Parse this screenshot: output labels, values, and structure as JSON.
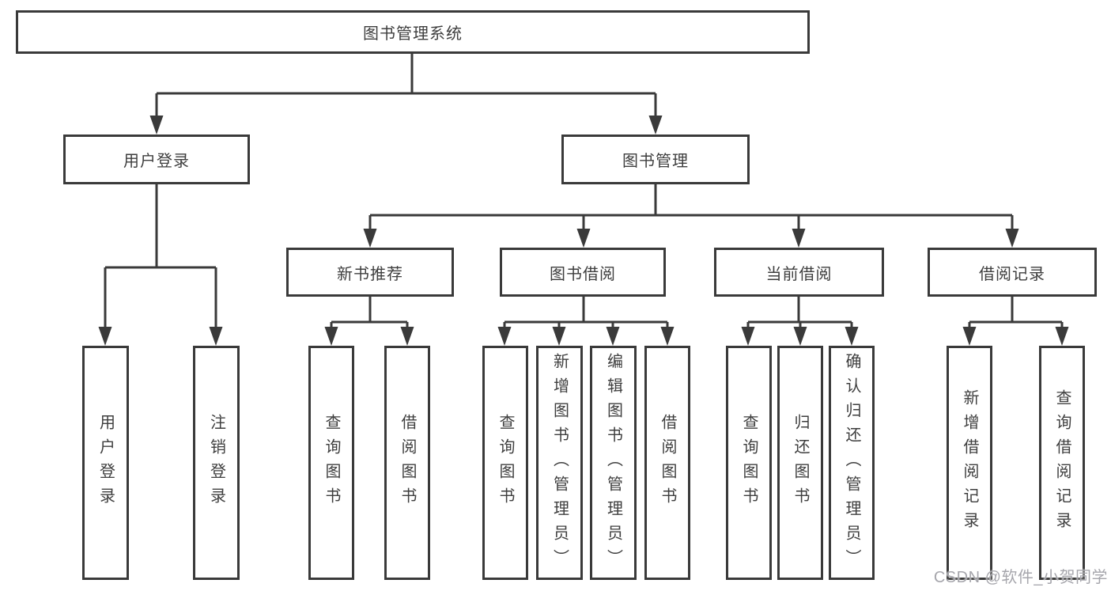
{
  "diagram": {
    "tree": {
      "label": "图书管理系统",
      "children": [
        {
          "label": "用户登录",
          "children": [
            {
              "label": "用户登录"
            },
            {
              "label": "注销登录"
            }
          ]
        },
        {
          "label": "图书管理",
          "children": [
            {
              "label": "新书推荐",
              "children": [
                {
                  "label": "查询图书"
                },
                {
                  "label": "借阅图书"
                }
              ]
            },
            {
              "label": "图书借阅",
              "children": [
                {
                  "label": "查询图书"
                },
                {
                  "label": "新增图书（管理员）"
                },
                {
                  "label": "编辑图书（管理员）"
                },
                {
                  "label": "借阅图书"
                }
              ]
            },
            {
              "label": "当前借阅",
              "children": [
                {
                  "label": "查询图书"
                },
                {
                  "label": "归还图书"
                },
                {
                  "label": "确认归还（管理员）"
                }
              ]
            },
            {
              "label": "借阅记录",
              "children": [
                {
                  "label": "新增借阅记录"
                },
                {
                  "label": "查询借阅记录"
                }
              ]
            }
          ]
        }
      ]
    },
    "watermark": {
      "text": "CSDN @软件_小贺同学"
    },
    "colors": {
      "line": "#3a3a3a",
      "box_border": "#3a3a3a",
      "text": "#3e3e3e",
      "watermark": "#a6a6ac",
      "background": "#ffffff"
    }
  }
}
